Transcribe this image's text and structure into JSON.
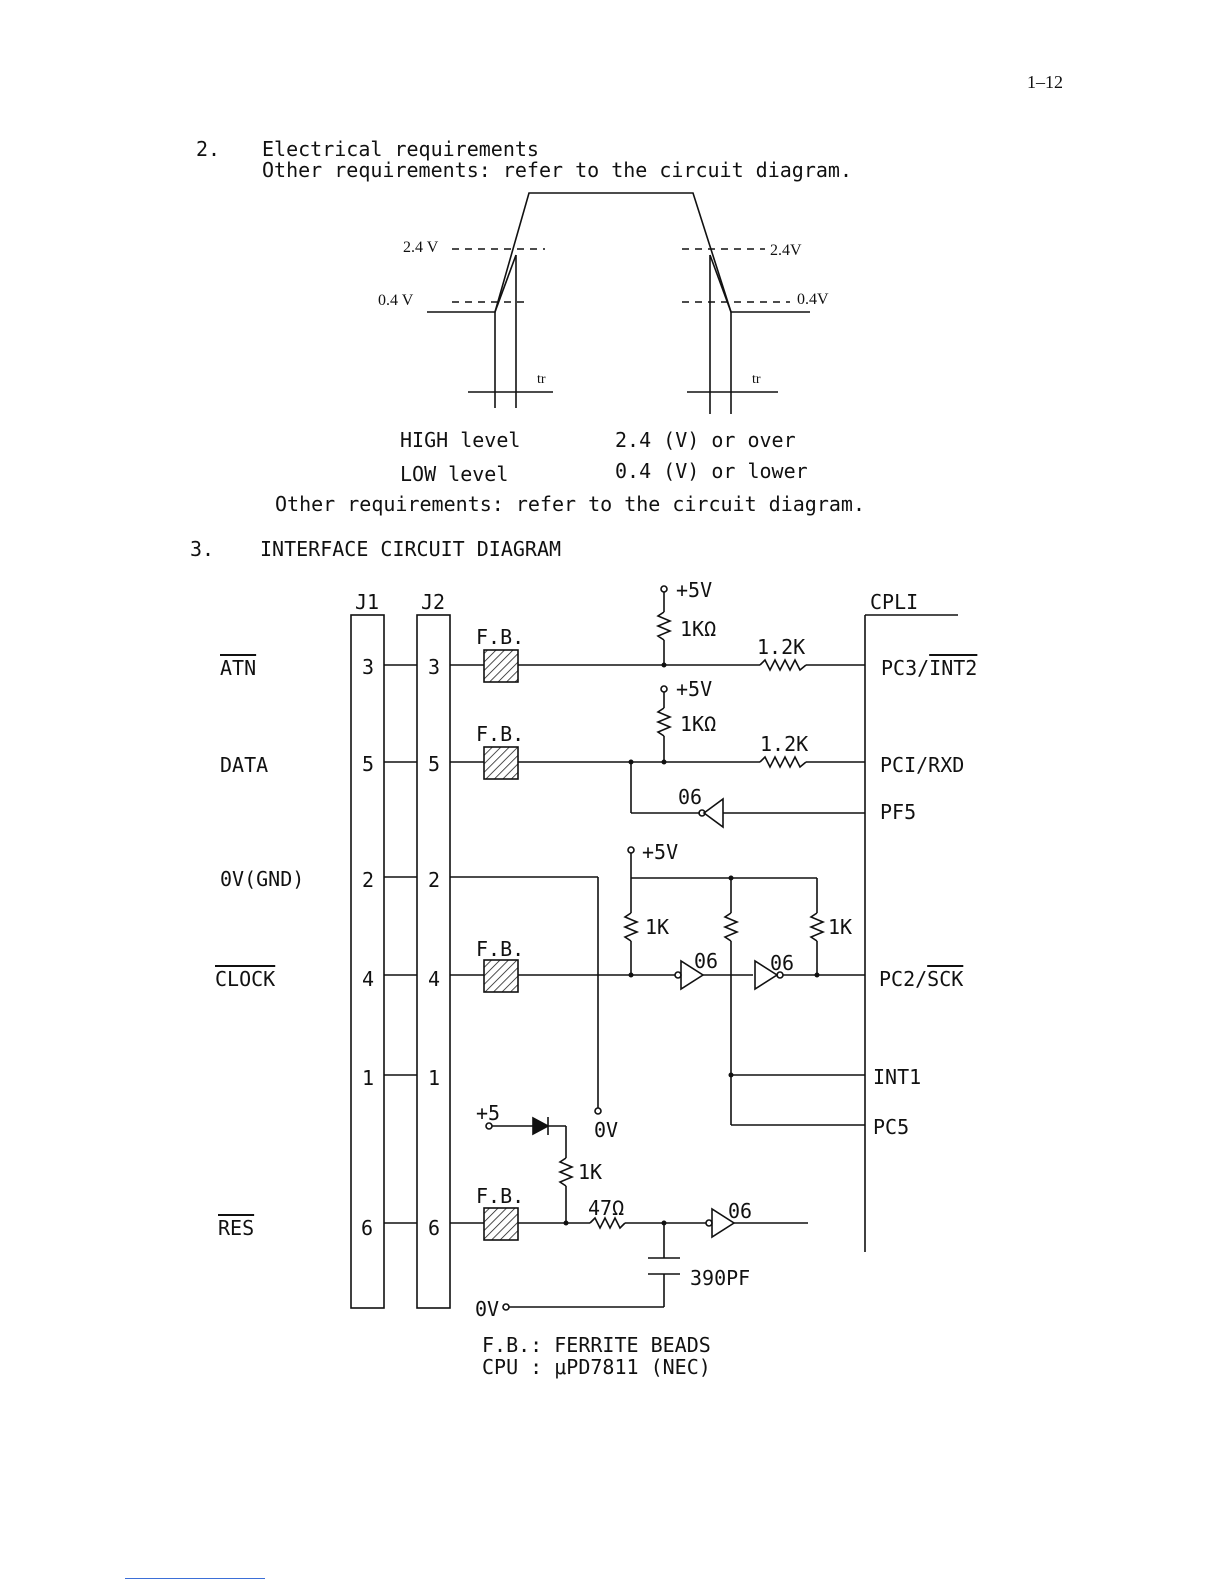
{
  "page_number": "1–12",
  "section2": {
    "number": "2.",
    "title": "Electrical requirements",
    "subtitle": "Other requirements: refer to the circuit diagram."
  },
  "waveform": {
    "high_left": "2.4 V",
    "low_left": "0.4 V",
    "high_right": "2.4V",
    "low_right": "0.4V",
    "tr_left": "tr",
    "tr_right": "tr"
  },
  "levels": {
    "high_label": "HIGH level",
    "high_value": "2.4 (V) or over",
    "low_label": "LOW level",
    "low_value": "0.4 (V) or lower",
    "note": "Other requirements: refer to the circuit diagram."
  },
  "section3": {
    "number": "3.",
    "title": "INTERFACE CIRCUIT DIAGRAM"
  },
  "circuit": {
    "j1": "J1",
    "j2": "J2",
    "cpu_label": "CPLI",
    "signals": [
      {
        "name": "ATN",
        "pin": "3",
        "cpu_pin_a": "PC3/",
        "cpu_pin_b": "INT2"
      },
      {
        "name": "DATA",
        "pin": "5",
        "cpu_pin_a": "PCI/RXD",
        "cpu_pin_b": ""
      },
      {
        "name": "0V(GND)",
        "pin": "2",
        "cpu_pin_a": "",
        "cpu_pin_b": ""
      },
      {
        "name": "CLOCK",
        "pin": "4",
        "cpu_pin_a": "PC2/",
        "cpu_pin_b": "SCK"
      },
      {
        "name": "",
        "pin": "1",
        "cpu_pin_a": "",
        "cpu_pin_b": ""
      },
      {
        "name": "RES",
        "pin": "6",
        "cpu_pin_a": "",
        "cpu_pin_b": ""
      }
    ],
    "pf5": "PF5",
    "int1": "INT1",
    "pc5": "PC5",
    "fb": "F.B.",
    "vcc": "+5V",
    "vcc_short": "+5",
    "r_1k_ohm": "1KΩ",
    "r_1_2k": "1.2K",
    "r_1k": "1K",
    "r_47": "47Ω",
    "gate": "06",
    "cap": "390PF",
    "zero_v": "0V"
  },
  "legend": {
    "fb": "F.B.: FERRITE BEADS",
    "cpu": "CPU : μPD7811 (NEC)"
  }
}
